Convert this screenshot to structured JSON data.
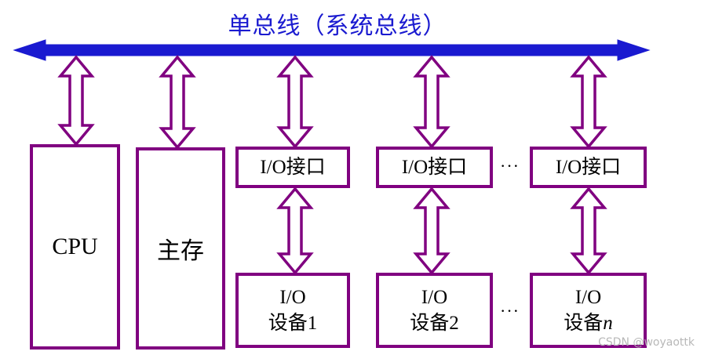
{
  "title": "单总线（系统总线）",
  "cpu_label": "CPU",
  "memory_label": "主存",
  "io_interface_label": "I/O接口",
  "io_device_line1": "I/O",
  "io_device_prefix": "设备",
  "device1_suffix": "1",
  "device2_suffix": "2",
  "devicen_suffix": "n",
  "ellipsis": "···",
  "watermark": "CSDN @woyaottk",
  "colors": {
    "bus": "#1a1ad0",
    "arrow": "#800080",
    "box_border": "#800080"
  }
}
